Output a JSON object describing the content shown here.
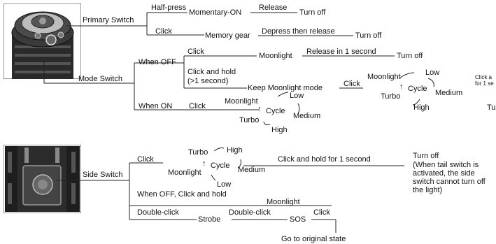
{
  "primary": {
    "label": "Primary Switch",
    "half_press": "Half-press",
    "momentary_on": "Momentary-ON",
    "release": "Release",
    "turn_off_1": "Turn off",
    "click": "Click",
    "memory_gear": "Memory gear",
    "depress_then_release": "Depress then release",
    "turn_off_2": "Turn off"
  },
  "mode": {
    "label": "Mode Switch",
    "when_off": "When OFF",
    "click_1": "Click",
    "moonlight": "Moonlight",
    "release_1s": "Release in 1 second",
    "turn_off": "Turn off",
    "click_hold": "Click and hold",
    "gt_1s": "(>1 second)",
    "keep_moonlight": "Keep Moonlight mode",
    "click_2": "Click",
    "cycle_a": {
      "moonlight": "Moonlight",
      "low": "Low",
      "cycle": "Cycle",
      "medium": "Medium",
      "turbo": "Turbo",
      "high": "High",
      "arrow": "↑"
    },
    "click_a_frag": "Click a",
    "for_1_frag": "for 1 se",
    "tu_frag": "Tu",
    "when_on": "When ON",
    "click_3": "Click",
    "cycle_b": {
      "moonlight": "Moonlight",
      "low": "Low",
      "cycle": "Cycle",
      "medium": "Medium",
      "turbo": "Turbo",
      "high": "High",
      "arrow": "↑"
    }
  },
  "side": {
    "label": "Side Switch",
    "click": "Click",
    "cycle": {
      "turbo": "Turbo",
      "high": "High",
      "cycle": "Cycle",
      "medium": "Medium",
      "moonlight": "Moonlight",
      "low": "Low",
      "arrow": "↑"
    },
    "click_hold_1s": "Click and hold for 1 second",
    "turn_off": "Turn off",
    "note": "(When tail switch is activated, the side switch cannot turn off the light)",
    "when_off_hold": "When OFF, Click and hold",
    "moonlight": "Moonlight",
    "double_click_1": "Double-click",
    "strobe": "Strobe",
    "double_click_2": "Double-click",
    "sos": "SOS",
    "click_sos": "Click",
    "go_original": "Go to original state"
  }
}
